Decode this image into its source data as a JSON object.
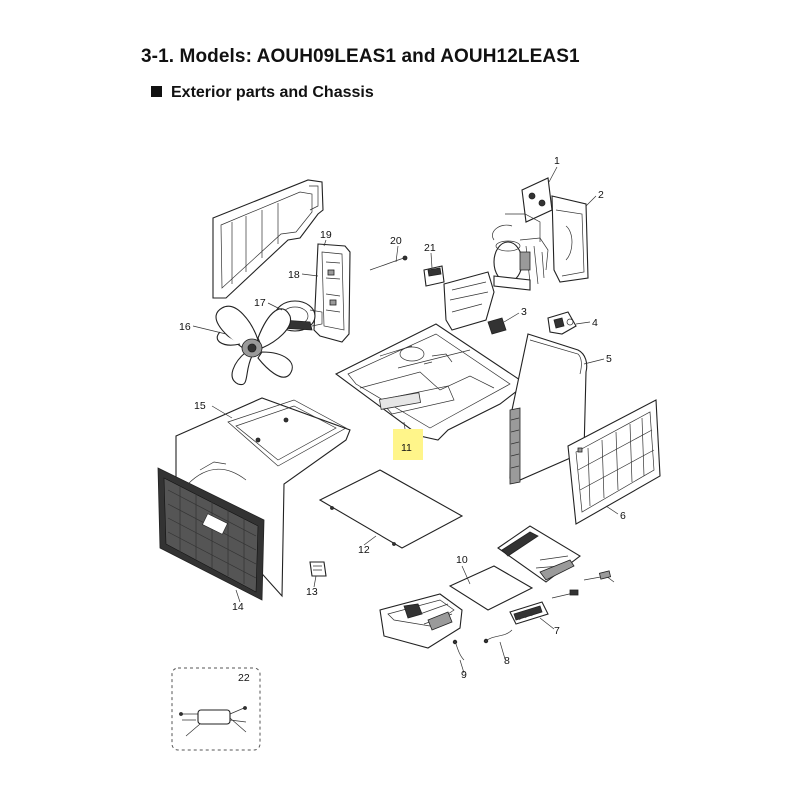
{
  "title": "3-1. Models: AOUH09LEAS1 and AOUH12LEAS1",
  "section": "Exterior parts and Chassis",
  "callouts": {
    "c1": "1",
    "c2": "2",
    "c3": "3",
    "c4": "4",
    "c5": "5",
    "c6": "6",
    "c7": "7",
    "c8": "8",
    "c9": "9",
    "c10": "10",
    "c11": "11",
    "c12": "12",
    "c13": "13",
    "c14": "14",
    "c15": "15",
    "c16": "16",
    "c17": "17",
    "c18": "18",
    "c19": "19",
    "c20": "20",
    "c21": "21",
    "c22": "22"
  },
  "highlight_color": "#fff58a"
}
